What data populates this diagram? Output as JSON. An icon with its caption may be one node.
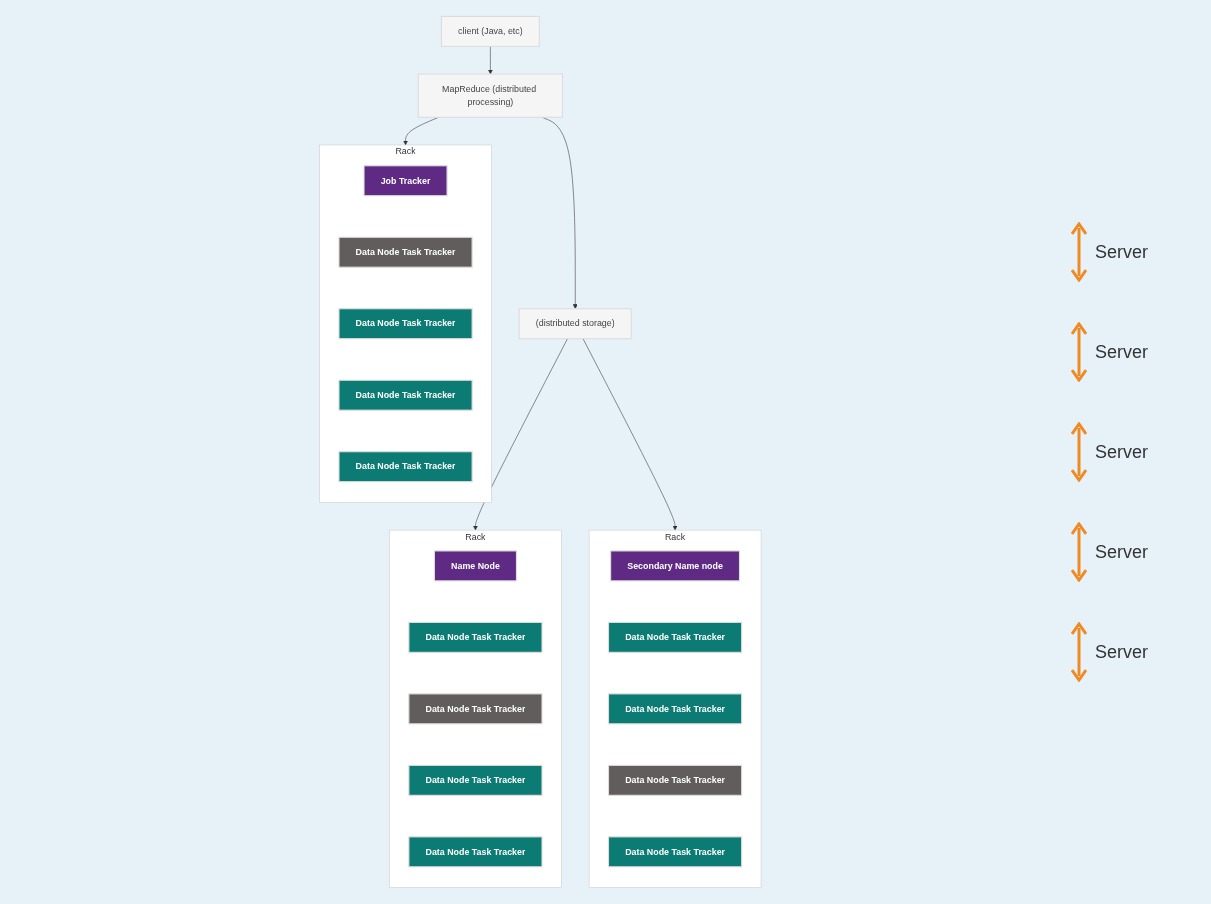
{
  "diagram": {
    "nodes": [
      {
        "text": [
          "client (Java, etc)"
        ]
      },
      {
        "text": [
          "MapReduce (distributed processing)"
        ]
      },
      {
        "text": [
          "(distributed storage)"
        ]
      },
      {
        "text": [],
        "shape": "box",
        "beside": [
          "Rack"
        ]
      },
      {
        "text": [
          "Job Tracker"
        ],
        "in": 3
      },
      {
        "text": [
          "Data Node Task Tracker"
        ],
        "in": 3
      },
      {
        "text": [
          "Data Node Task Tracker"
        ],
        "in": 3
      },
      {
        "text": [
          "Data Node Task Tracker"
        ],
        "in": 3
      },
      {
        "text": [
          "Data Node Task Tracker"
        ],
        "in": 3
      },
      {
        "text": [],
        "shape": "box",
        "beside": [
          "Rack"
        ]
      },
      {
        "text": [
          "Name Node"
        ],
        "in": 9
      },
      {
        "text": [
          "Data Node Task Tracker"
        ],
        "in": 9
      },
      {
        "text": [
          "Data Node Task Tracker"
        ],
        "in": 9
      },
      {
        "text": [
          "Data Node Task Tracker"
        ],
        "in": 9
      },
      {
        "text": [
          "Data Node Task Tracker"
        ],
        "in": 9
      },
      {
        "text": [],
        "shape": "box",
        "beside": [
          "Rack"
        ]
      },
      {
        "text": [
          "Secondary Name node"
        ],
        "in": 15
      },
      {
        "text": [
          "Data Node Task Tracker"
        ],
        "in": 15
      },
      {
        "text": [
          "Data Node Task Tracker"
        ],
        "in": 15
      },
      {
        "text": [
          "Data Node Task Tracker"
        ],
        "in": 15
      },
      {
        "text": [
          "Data Node Task Tracker"
        ],
        "in": 15
      }
    ],
    "edges": [
      {
        "from": 0,
        "to": 1,
        "arrow": "to"
      },
      {
        "from": 1,
        "to": 2,
        "arrow": "to"
      },
      {
        "from": 1,
        "to": 3,
        "arrow": "to"
      },
      {
        "from": 2,
        "to": 9,
        "arrow": "to"
      },
      {
        "from": 2,
        "to": 15,
        "arrow": "to"
      }
    ],
    "labels": [
      "Server",
      "Server",
      "Server",
      "Server",
      "Server"
    ]
  }
}
